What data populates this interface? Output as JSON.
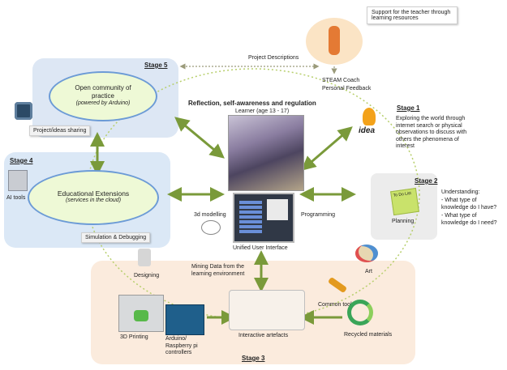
{
  "stages": {
    "stage5": {
      "title": "Stage 5",
      "cloud_title": "Open community of practice",
      "cloud_sub": "(powered by Arduino)",
      "tag": "Project/ideas sharing"
    },
    "stage4": {
      "title": "Stage 4",
      "cloud_title": "Educational Extensions",
      "cloud_sub": "(services in the cloud)",
      "ai_tools": "AI tools",
      "tag": "Simulation & Debugging"
    },
    "stage1": {
      "title": "Stage 1",
      "text": "Exploring the world through internet search or physical observations to discuss with others the phenomena of interest",
      "idea": "idea"
    },
    "stage2": {
      "title": "Stage 2",
      "planning": "Planning",
      "note": "To Do List",
      "understanding_title": "Understanding:",
      "understanding_1": "- What type of knowledge do I have?",
      "understanding_2": "- What type of knowledge do I need?"
    },
    "stage3": {
      "title": "Stage 3",
      "printing": "3D Printing",
      "controllers": "Arduino/ Raspberry pi controllers",
      "artefacts": "Interactive artefacts",
      "recycled": "Recycled materials",
      "common_tools": "Common tools"
    }
  },
  "center": {
    "heading": "Reflection, self-awareness and regulation",
    "learner": "Learner (age 13 - 17)",
    "modelling": "3d modelling",
    "programming": "Programming",
    "uui": "Unified User Interface",
    "mining": "Mining Data from the learning environment",
    "designing": "Designing",
    "art": "Art"
  },
  "coach": {
    "support": "Support for the teacher through learning resources",
    "coach": "STEAM Coach",
    "feedback": "Personal Feedback",
    "project_desc": "Project Descriptions"
  },
  "colors": {
    "arrow": "#7a9a3a",
    "stage5_bg": "#dde7f4",
    "stage4_bg": "#dbe8f6",
    "stage3_bg": "#fbebdd",
    "stage2_bg": "#ececec",
    "cloud_fill": "#eef9d6",
    "cloud_border": "#6c9bd6"
  }
}
